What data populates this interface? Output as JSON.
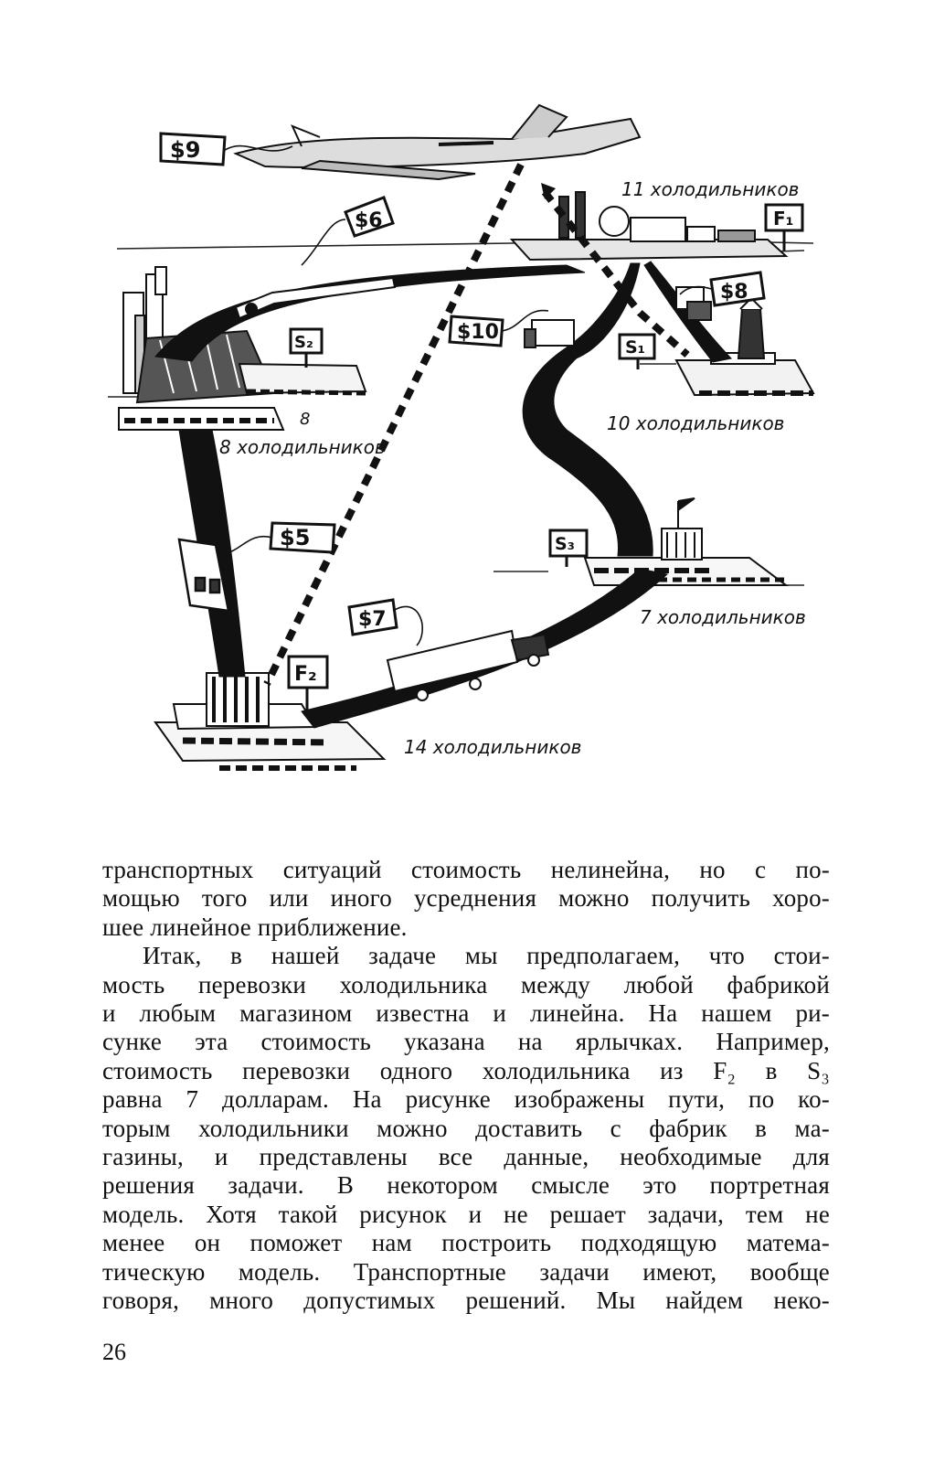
{
  "figure": {
    "quantities": {
      "f1": "11 холодильников",
      "s2": "8 холодильников",
      "s2_number": "8",
      "s1": "10 холодильников",
      "s3": "7 холодильников",
      "f2": "14 холодильников"
    },
    "signs": {
      "f1": "F₁",
      "f2": "F₂",
      "s1": "S₁",
      "s2": "S₂",
      "s3": "S₃"
    },
    "tags": {
      "plane": "$9",
      "train": "$6",
      "dashed_truck": "$8",
      "road_truck": "$10",
      "bus": "$5",
      "trailer": "$7"
    }
  },
  "text": {
    "lines": [
      "транспортных ситуаций стоимость нелинейна, но с по-",
      "мощью того или иного усреднения можно получить хоро-",
      "шее линейное приближение.",
      "Итак, в нашей задаче мы предполагаем, что стои-",
      "мость перевозки холодильника между любой фабрикой",
      "и любым магазином известна и линейна. На нашем ри-",
      "сунке эта стоимость указана на ярлычках. Например,",
      "стоимость перевозки одного холодильника из F₂ в S₃",
      "равна 7 долларам. На рисунке изображены пути, по ко-",
      "торым холодильники можно доставить с фабрик в ма-",
      "газины, и представлены все данные, необходимые для",
      "решения задачи. В некотором смысле это портретная",
      "модель. Хотя такой рисунок и не решает задачи, тем не",
      "менее он поможет нам построить подходящую матема-",
      "тическую модель. Транспортные задачи имеют, вообще",
      "говоря, много допустимых решений. Мы найдем неко-"
    ],
    "page_number": "26"
  }
}
